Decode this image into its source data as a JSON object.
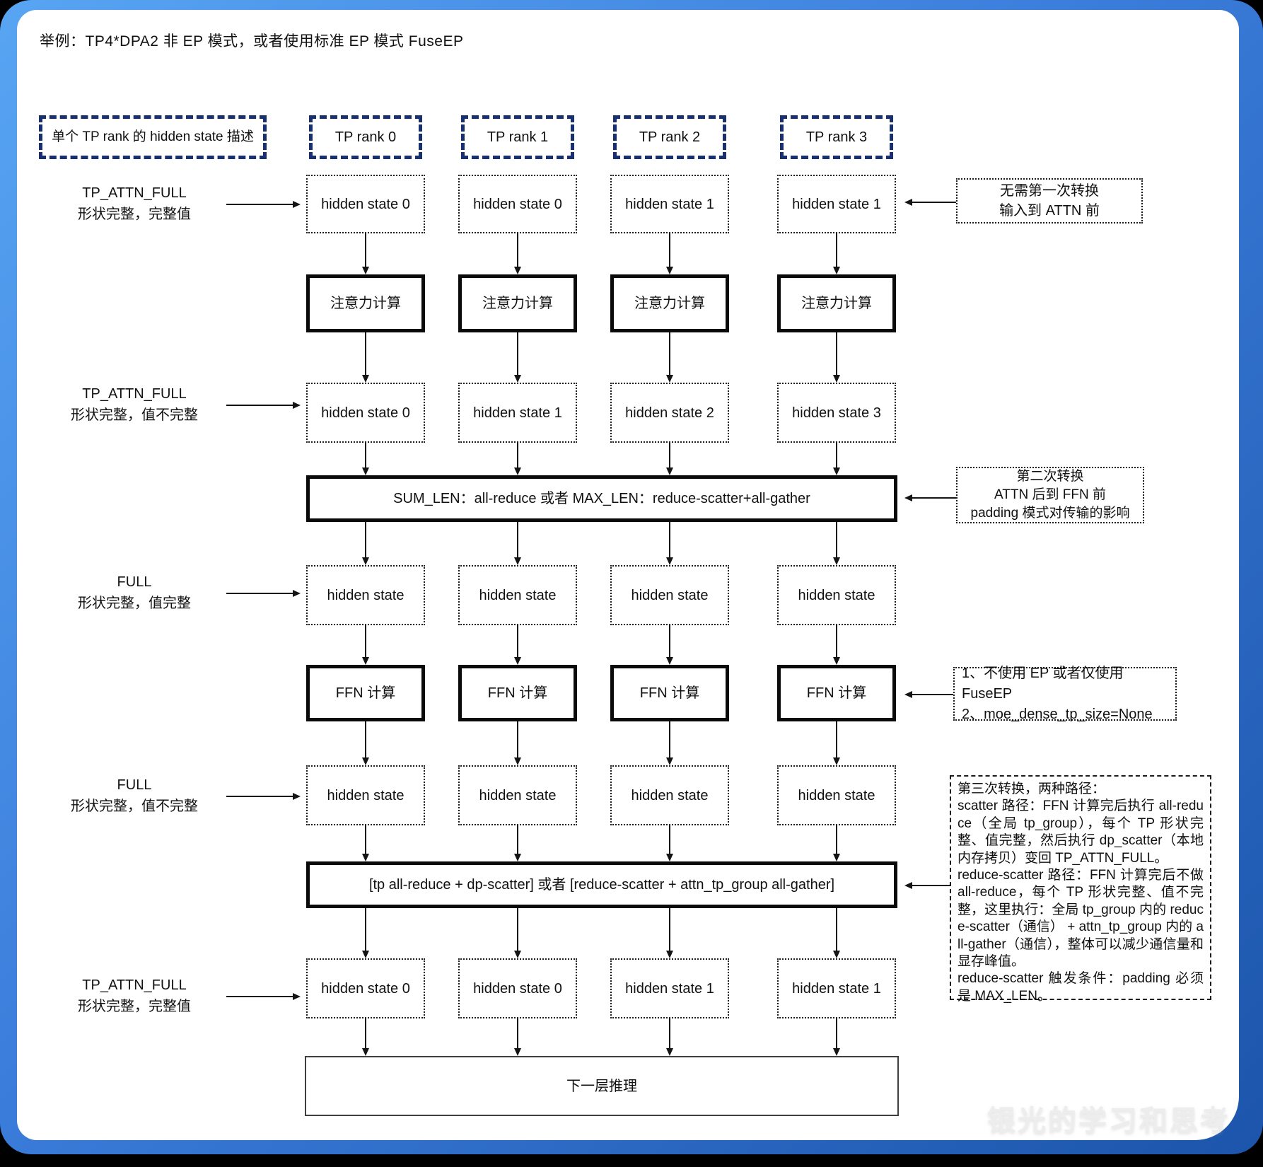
{
  "title": "举例：TP4*DPA2 非 EP 模式，或者使用标准 EP 模式 FuseEP",
  "header": {
    "desc": "单个 TP rank 的 hidden state 描述",
    "ranks": [
      "TP rank 0",
      "TP rank 1",
      "TP rank 2",
      "TP rank 3"
    ]
  },
  "labels": {
    "attn": "注意力计算",
    "ffn": "FFN 计算",
    "comm1": "SUM_LEN：all-reduce 或者 MAX_LEN：reduce-scatter+all-gather",
    "comm2": "[tp all-reduce + dp-scatter] 或者 [reduce-scatter + attn_tp_group all-gather]",
    "next_layer": "下一层推理"
  },
  "rows": {
    "attn_input": [
      "hidden state 0",
      "hidden state 0",
      "hidden state 1",
      "hidden state 1"
    ],
    "attn_output": [
      "hidden state 0",
      "hidden state 1",
      "hidden state 2",
      "hidden state 3"
    ],
    "ffn_input": [
      "hidden state",
      "hidden state",
      "hidden state",
      "hidden state"
    ],
    "ffn_output": [
      "hidden state",
      "hidden state",
      "hidden state",
      "hidden state"
    ],
    "final": [
      "hidden state 0",
      "hidden state 0",
      "hidden state 1",
      "hidden state 1"
    ]
  },
  "left_labels": [
    {
      "line1": "TP_ATTN_FULL",
      "line2": "形状完整，完整值"
    },
    {
      "line1": "TP_ATTN_FULL",
      "line2": "形状完整，值不完整"
    },
    {
      "line1": "FULL",
      "line2": "形状完整，值完整"
    },
    {
      "line1": "FULL",
      "line2": "形状完整，值不完整"
    },
    {
      "line1": "TP_ATTN_FULL",
      "line2": "形状完整，完整值"
    }
  ],
  "right_notes": {
    "first": {
      "line1": "无需第一次转换",
      "line2": "输入到 ATTN 前"
    },
    "second": {
      "line1": "第二次转换",
      "line2": "ATTN 后到 FFN 前",
      "line3": "padding 模式对传输的影响"
    },
    "third": {
      "line1": "1、不使用 EP 或者仅使用 FuseEP",
      "line2": "2、moe_dense_tp_size=None"
    },
    "fourth": "第三次转换，两种路径：\nscatter 路径：FFN 计算完后执行 all-reduce（全局 tp_group），每个 TP 形状完整、值完整，然后执行 dp_scatter（本地内存拷贝）变回 TP_ATTN_FULL。\nreduce-scatter 路径：FFN 计算完后不做 all-reduce，每个 TP 形状完整、值不完整，这里执行：全局 tp_group 内的 reduce-scatter（通信） + attn_tp_group 内的 all-gather（通信），整体可以减少通信量和显存峰值。\nreduce-scatter 触发条件：padding 必须是 MAX_LEN。"
  },
  "watermark": "银光的学习和思考",
  "colors": {
    "frame_light": "#58a5f3",
    "frame_dark": "#1c55ab",
    "navy_dash": "#18306f",
    "line": "#141414"
  }
}
